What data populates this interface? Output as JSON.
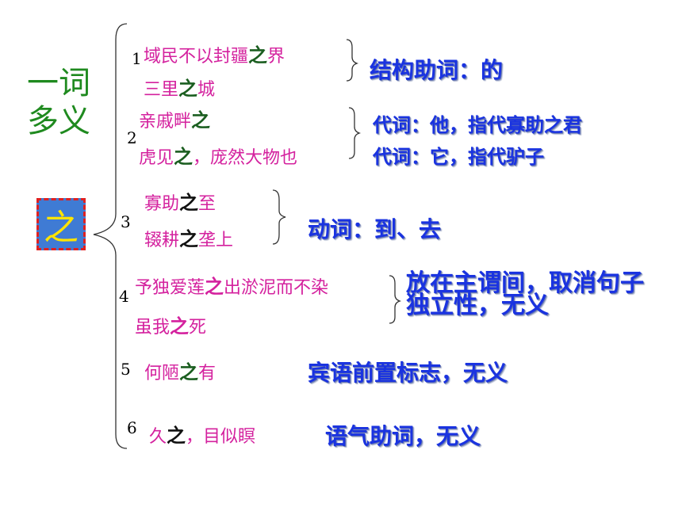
{
  "title": {
    "line1": "一词",
    "line2": "多义"
  },
  "center_char": "之",
  "items": [
    {
      "num": "1",
      "ex1_pre": "域民不以封疆",
      "ex1_zhi": "之",
      "ex1_post": "界",
      "ex2_pre": "三里",
      "ex2_zhi": "之",
      "ex2_post": "城",
      "meaning": "结构助词：的"
    },
    {
      "num": "2",
      "ex1_pre": "亲戚畔",
      "ex1_zhi": "之",
      "ex1_post": "",
      "ex2_pre": "虎见",
      "ex2_zhi": "之",
      "ex2_post": "，庞然大物也",
      "meaning1": "代词：他，指代寡助之君",
      "meaning2": "代词：它，指代驴子"
    },
    {
      "num": "3",
      "ex1_pre": "寡助",
      "ex1_zhi": "之",
      "ex1_post": "至",
      "ex2_pre": "辍耕",
      "ex2_zhi": "之",
      "ex2_post": "垄上",
      "meaning": "动词：到、去"
    },
    {
      "num": "4",
      "ex1_pre": "予独爱莲",
      "ex1_zhi": "之",
      "ex1_post": "出淤泥而不染",
      "ex2_pre": "虽我",
      "ex2_zhi": "之",
      "ex2_post": "死",
      "meaning1": "放在主谓间，取消句子",
      "meaning2": "独立性，无义"
    },
    {
      "num": "5",
      "ex1_pre": "何陋",
      "ex1_zhi": "之",
      "ex1_post": "有",
      "meaning": "宾语前置标志，无义"
    },
    {
      "num": "6",
      "ex1_pre": "久",
      "ex1_zhi": "之",
      "ex1_post": "，目似瞑",
      "meaning": "语气助词，无义"
    }
  ],
  "colors": {
    "title": "#1f8a1f",
    "example": "#d4219e",
    "meaning": "#1a33e0",
    "box": "#3f7bd4",
    "box_border": "#e02020",
    "box_char": "#ffe400"
  }
}
